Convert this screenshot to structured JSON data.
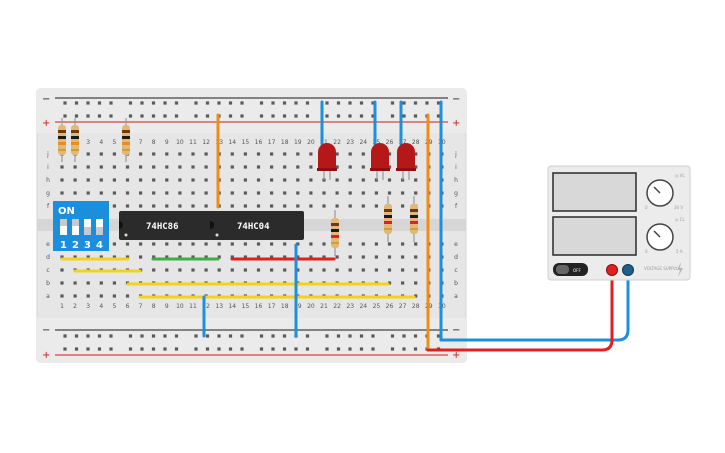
{
  "breadboard": {
    "column_numbers": [
      "1",
      "2",
      "3",
      "4",
      "5",
      "6",
      "7",
      "8",
      "9",
      "10",
      "11",
      "12",
      "13",
      "14",
      "15",
      "16",
      "17",
      "18",
      "19",
      "20",
      "21",
      "22",
      "23",
      "24",
      "25",
      "26",
      "27",
      "28",
      "29",
      "30"
    ],
    "row_letters_top": [
      "j",
      "i",
      "h",
      "g",
      "f"
    ],
    "row_letters_bottom": [
      "e",
      "d",
      "c",
      "b",
      "a"
    ],
    "rail_top_signs": [
      "−",
      "+",
      "−",
      "+"
    ],
    "rail_bottom_signs": [
      "−",
      "+",
      "−",
      "+"
    ]
  },
  "dip_switch": {
    "on_label": "ON",
    "numbers": [
      "1",
      "2",
      "3",
      "4"
    ]
  },
  "chips": [
    {
      "label": "74HC86"
    },
    {
      "label": "74HC04"
    }
  ],
  "power_supply": {
    "off_label": "OFF",
    "voltage_knob_label": "◎ VL",
    "voltage_range": [
      "0",
      "30 V"
    ],
    "current_knob_label": "◎ CL",
    "current_range": [
      "0",
      "5 A"
    ],
    "brand_text": "VOLTAGE SUPPLY"
  },
  "colors": {
    "board": "#e6e6e6",
    "wire_blue": "#1e90d8",
    "wire_orange": "#f08c16",
    "wire_yellow": "#f2d21b",
    "wire_green": "#3cb043",
    "wire_red": "#e02020",
    "led_red": "#b51818",
    "dip_blue": "#1b8fdc"
  }
}
